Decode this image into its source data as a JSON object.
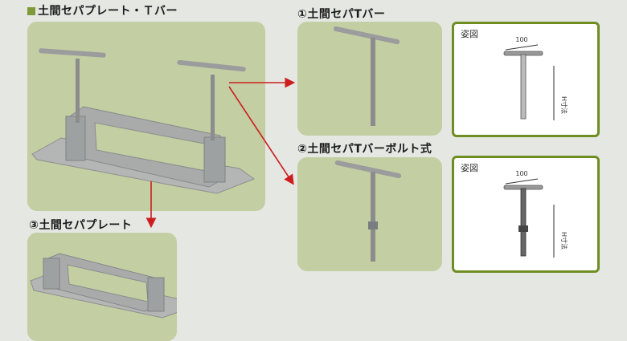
{
  "headings": {
    "main": "土間セパプレート・Ｔバー",
    "t_bar": "①土間セパTバー",
    "t_bar_bolt": "②土間セパTバーボルト式",
    "plate": "③土間セパプレート"
  },
  "figures": {
    "label": "姿図",
    "dimension_100": "100",
    "dimension_h": "H寸法"
  },
  "colors": {
    "accent": "#7f9a3a",
    "panel": "#c3cea2",
    "frame": "#6e8e22",
    "arrow": "#cc1e1e"
  }
}
